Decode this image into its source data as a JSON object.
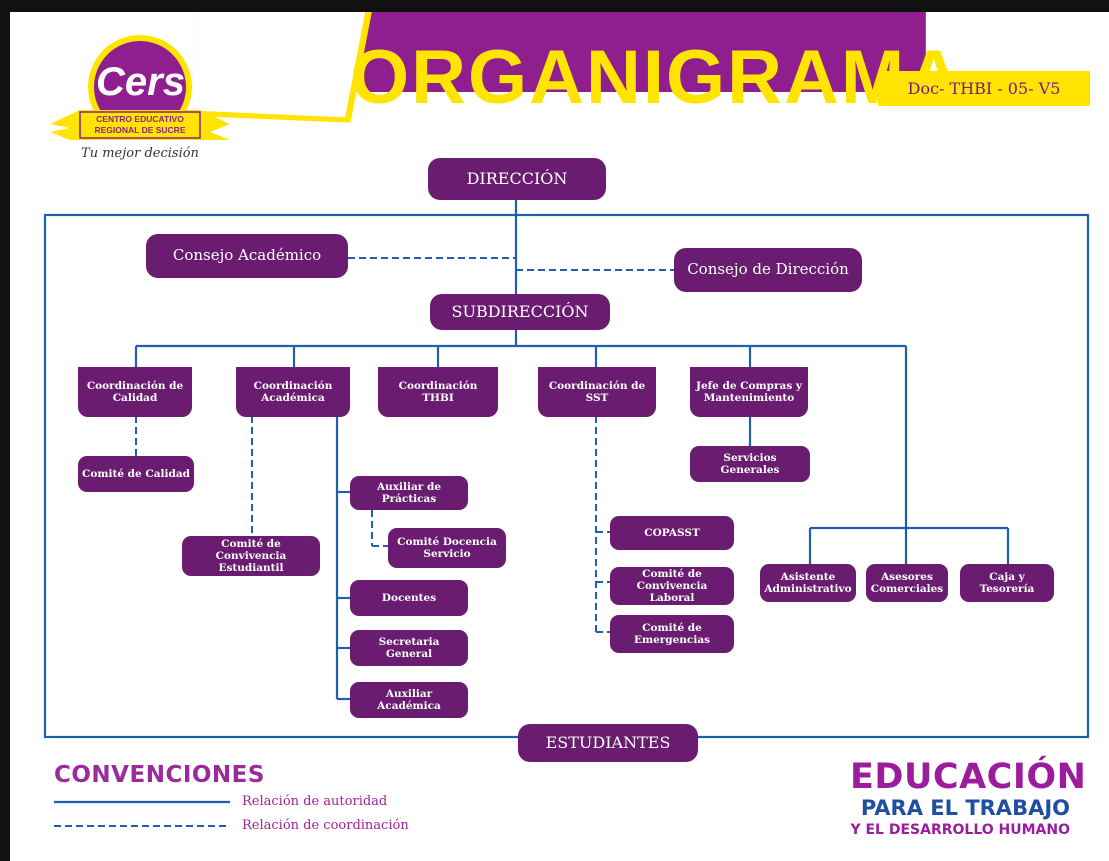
{
  "header": {
    "title": "ORGANIGRAMA",
    "subtitle": "Licencia de funcionamiento No. 0643 del 11 de febrero de 2019",
    "doc_code": "Doc- THBI - 05- V5",
    "logo": {
      "brand": "Cers",
      "banner_line1": "CENTRO EDUCATIVO",
      "banner_line2": "REGIONAL DE SUCRE",
      "tagline": "Tu mejor decisión"
    },
    "colors": {
      "purple": "#8f1f8f",
      "yellow": "#ffe400",
      "box": "#6a1d70",
      "line": "#1f5fb0"
    }
  },
  "org": {
    "direccion": "DIRECCIÓN",
    "consejo_academico": "Consejo Académico",
    "consejo_direccion": "Consejo de Dirección",
    "subdireccion": "SUBDIRECCIÓN",
    "coord_calidad": "Coordinación de Calidad",
    "coord_academica": "Coordinación Académica",
    "coord_thbi": "Coordinación THBI",
    "coord_sst": "Coordinación de SST",
    "jefe_compras": "Jefe de Compras y Mantenimiento",
    "comite_calidad": "Comité de Calidad",
    "servicios_generales": "Servicios Generales",
    "auxiliar_practicas": "Auxiliar de Prácticas",
    "comite_docencia": "Comité Docencia Servicio",
    "comite_convivencia_estudiantil": "Comité de Convivencia Estudiantil",
    "docentes": "Docentes",
    "secretaria_general": "Secretaria General",
    "auxiliar_academica": "Auxiliar Académica",
    "copasst": "COPASST",
    "comite_convivencia_laboral": "Comité de Convivencia Laboral",
    "comite_emergencias": "Comité de Emergencias",
    "asistente_administrativo": "Asistente Administrativo",
    "asesores_comerciales": "Asesores Comerciales",
    "caja_tesoreria": "Caja y Tesorería",
    "estudiantes": "ESTUDIANTES"
  },
  "conventions": {
    "title": "CONVENCIONES",
    "authority": "Relación de autoridad",
    "coordination": "Relación de coordinación"
  },
  "footer_brand": {
    "line1": "EDUCACIÓN",
    "line2": "PARA EL TRABAJO",
    "line3": "Y EL DESARROLLO HUMANO"
  }
}
